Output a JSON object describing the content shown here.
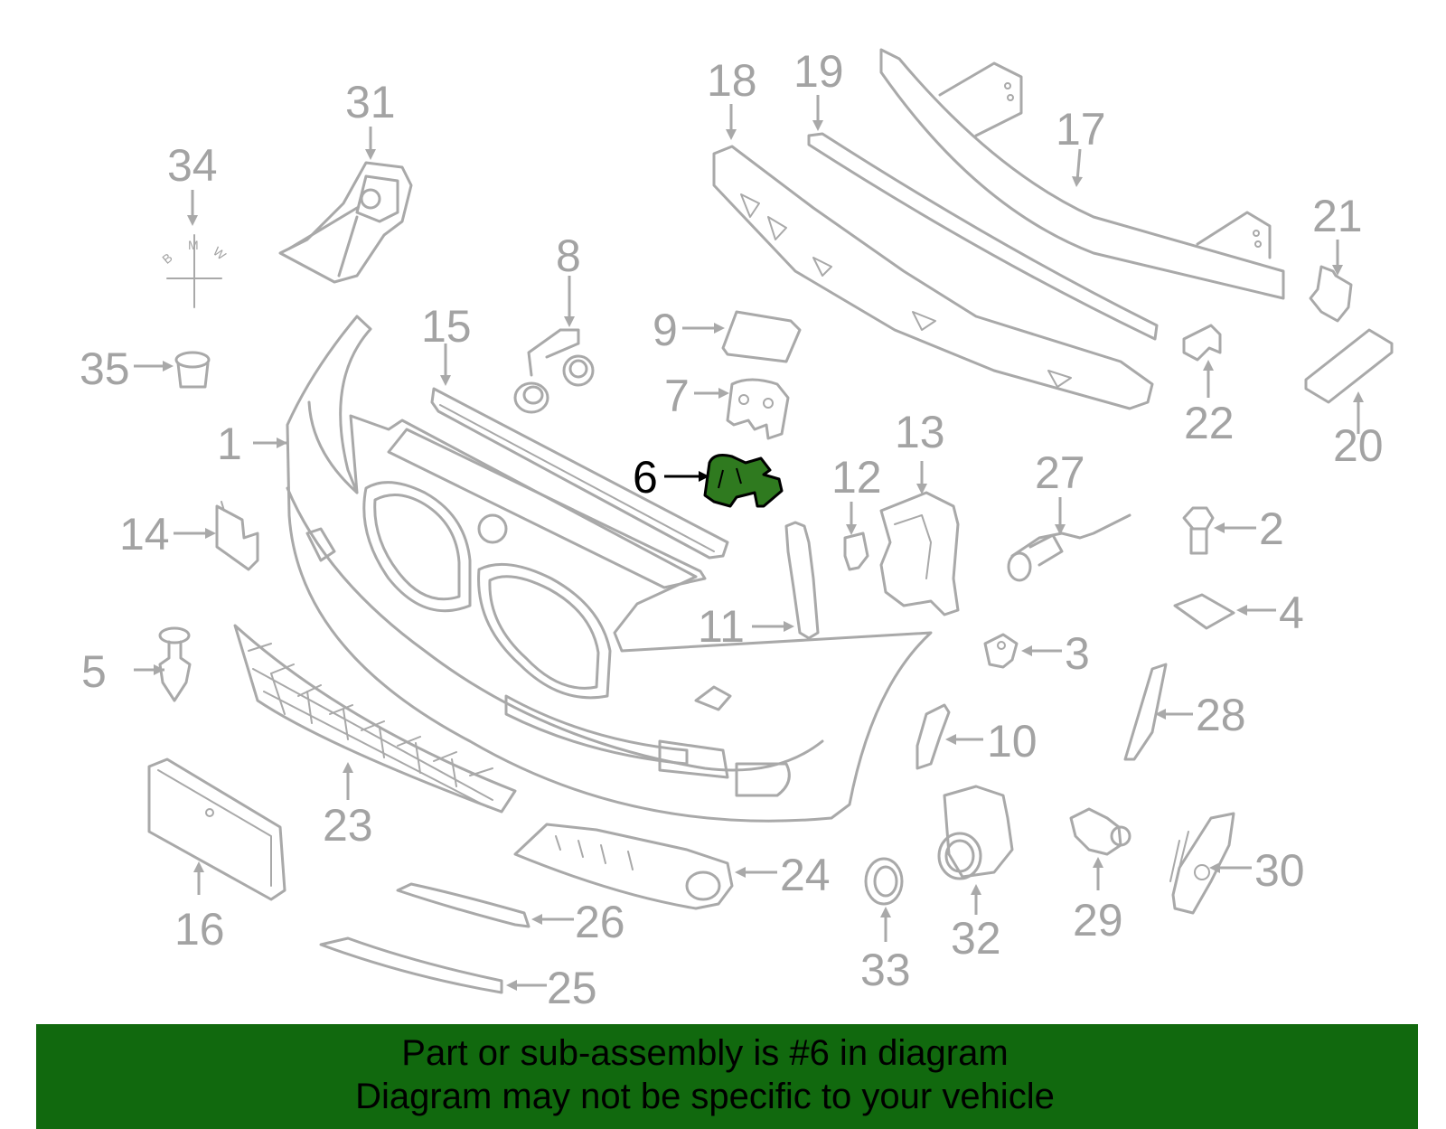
{
  "diagram": {
    "highlight_color": "#2f7a1f",
    "part_stroke_color": "#a9a9a9",
    "label_color": "#a3a3a3",
    "emblem_letters": {
      "b": "B",
      "m": "M",
      "w": "W"
    },
    "labels": {
      "1": "1",
      "2": "2",
      "3": "3",
      "4": "4",
      "5": "5",
      "6": "6",
      "7": "7",
      "8": "8",
      "9": "9",
      "10": "10",
      "11": "11",
      "12": "12",
      "13": "13",
      "14": "14",
      "15": "15",
      "16": "16",
      "17": "17",
      "18": "18",
      "19": "19",
      "20": "20",
      "21": "21",
      "22": "22",
      "23": "23",
      "24": "24",
      "25": "25",
      "26": "26",
      "27": "27",
      "28": "28",
      "29": "29",
      "30": "30",
      "31": "31",
      "32": "32",
      "33": "33",
      "34": "34",
      "35": "35"
    }
  },
  "banner": {
    "color": "#11690e",
    "line1": "Part or sub-assembly is #6 in diagram",
    "line2": "Diagram may not be specific to your vehicle"
  }
}
